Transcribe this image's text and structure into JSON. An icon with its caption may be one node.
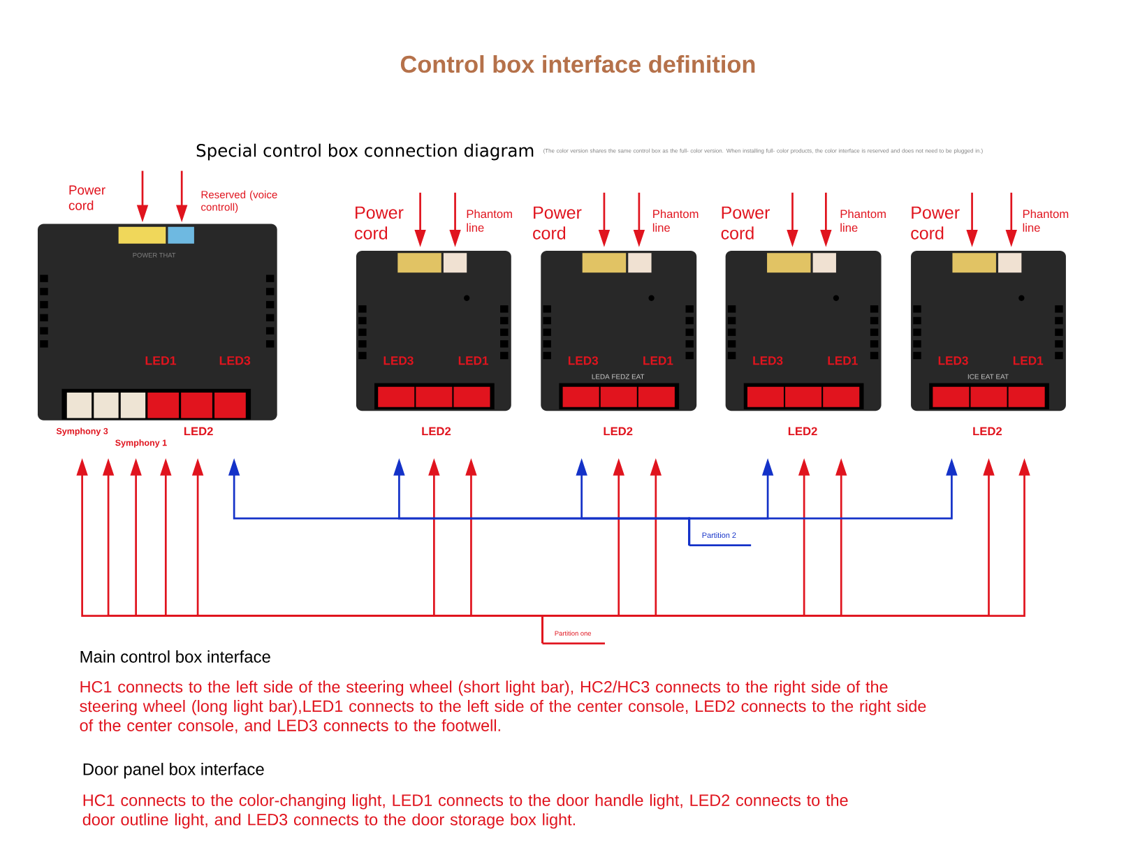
{
  "diagram": {
    "title": "Control box interface definition",
    "nodes": [
      {
        "text": [],
        "shape": "picture"
      },
      {
        "text": [],
        "shape": "picture"
      },
      {
        "text": [],
        "shape": "picture"
      },
      {
        "text": [],
        "shape": "picture"
      },
      {
        "text": [],
        "shape": "picture"
      },
      {
        "text": [
          "Partition one"
        ]
      },
      {
        "text": [
          "Partition 2"
        ]
      }
    ],
    "edges": [
      {
        "from": null,
        "to": 0,
        "arrow": "to"
      },
      {
        "from": null,
        "to": 0,
        "arrow": "to"
      },
      {
        "from": null,
        "to": 1,
        "arrow": "to"
      },
      {
        "from": null,
        "to": 1,
        "arrow": "to"
      },
      {
        "from": null,
        "to": 2,
        "arrow": "to"
      },
      {
        "from": null,
        "to": 2,
        "arrow": "to"
      },
      {
        "from": null,
        "to": 3,
        "arrow": "to"
      },
      {
        "from": null,
        "to": 3,
        "arrow": "to"
      },
      {
        "from": null,
        "to": 4,
        "arrow": "to"
      },
      {
        "from": null,
        "to": 4,
        "arrow": "to"
      },
      {
        "from": 5,
        "to": 0,
        "arrow": "to"
      },
      {
        "from": 5,
        "to": 0,
        "arrow": "to"
      },
      {
        "from": 5,
        "to": 0,
        "arrow": "to"
      },
      {
        "from": 5,
        "to": 0,
        "arrow": "to"
      },
      {
        "from": 5,
        "to": 0,
        "arrow": "to"
      },
      {
        "from": 5,
        "to": 1,
        "arrow": "to"
      },
      {
        "from": 5,
        "to": 1,
        "arrow": "to"
      },
      {
        "from": 5,
        "to": 2,
        "arrow": "to"
      },
      {
        "from": 5,
        "to": 2,
        "arrow": "to"
      },
      {
        "from": 5,
        "to": 3,
        "arrow": "to"
      },
      {
        "from": 5,
        "to": 3,
        "arrow": "to"
      },
      {
        "from": 5,
        "to": 4,
        "arrow": "to"
      },
      {
        "from": 5,
        "to": 4,
        "arrow": "to"
      },
      {
        "from": 6,
        "to": 0,
        "arrow": "to",
        "color": "#1432c8"
      },
      {
        "from": 6,
        "to": 1,
        "arrow": "to",
        "color": "#1432c8"
      },
      {
        "from": 6,
        "to": 2,
        "arrow": "to",
        "color": "#1432c8"
      },
      {
        "from": 6,
        "to": 3,
        "arrow": "to",
        "color": "#1432c8"
      },
      {
        "from": 6,
        "to": 4,
        "arrow": "to",
        "color": "#1432c8"
      }
    ],
    "labels": [
      "Special control box connection diagram",
      "(The color version shares the same control box as the full- color version. When installing full- color products, the color interface is reserved and does not need to be plugged in.)",
      "Power cord",
      "Reserved (voice controll)",
      "Power cord",
      "Phantom line",
      "Power cord",
      "Phantom line",
      "Power cord",
      "Phantom line",
      "Power cord",
      "Phantom line",
      "POWER THAT",
      "LED1",
      "LED3",
      "LED3",
      "LED1",
      "LED3",
      "LED1",
      "LEDA FEDZ EAT",
      "LED3",
      "LED1",
      "LED3",
      "LED1",
      "ICE EAT EAT",
      "Symphony 3",
      "LED2",
      "Symphony 1",
      "LED2",
      "LED2",
      "LED2",
      "LED2",
      "Main control box interface",
      "HC1 connects to the left side of the steering wheel (short light bar), HC2/HC3 connects to the right side of the steering wheel (long light bar),LED1 connects to the left side of the center console, LED2 connects to the right side of the center console, and LED3 connects to the footwell.",
      "Door panel box interface",
      "HC1 connects to the color-changing light, LED1 connects to the door handle light, LED2 connects to the door outline light, and LED3 connects to the door storage box light."
    ]
  }
}
